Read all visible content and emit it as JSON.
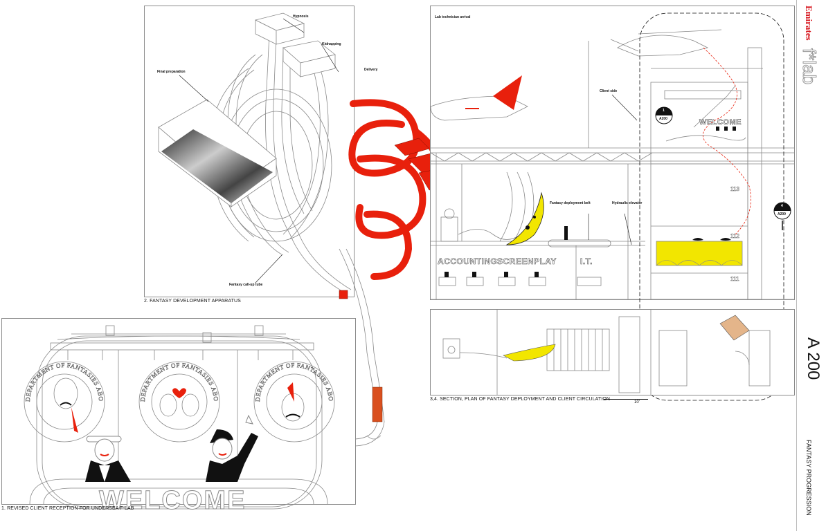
{
  "sheet": {
    "brand": "Emirates",
    "project": "f*lab",
    "number": "A 200",
    "title": "FANTASY PROGRESSION"
  },
  "apparatus": {
    "caption": "2. FANTASY DEVELOPMENT APPARATUS",
    "labels": {
      "hypnosis": "Hypnosis",
      "kidnapping": "Kidnapping",
      "final_preparation": "Final preparation",
      "delivery": "Delivery",
      "call_up_tube": "Fantasy call-up tube"
    }
  },
  "reception": {
    "caption": "1. REVISED CLIENT RECEPTION FOR UNDERSEA F-LAB",
    "welcome": "WELCOME",
    "departments": [
      {
        "line1": "DEPARTMENT OF FANTASIES ABOUT NORMALLY CRIMINAL BEHAVIOR"
      },
      {
        "line1": "DEPARTMENT OF FANTASIES ABOUT HUMAN RELATIONS & EMOTION"
      },
      {
        "line1": "DEPARTMENT OF FANTASIES ABOUT LEGAL BUT EMBARASSING ACTIVITIES"
      }
    ]
  },
  "section": {
    "caption": "3,4. SECTION, PLAN OF FANTASY DEPLOYMENT AND CLIENT CIRCULATION",
    "scale": "10'",
    "labels": {
      "lab_technician_arrival": "Lab technician arrival",
      "client_side": "Client side",
      "fantasy_deployment_belt": "Fantasy deployment belt",
      "hydraulic_elevator": "Hydraulic elevator"
    },
    "departments": [
      "ACCOUNTING",
      "SCREENPLAY",
      "I.T."
    ],
    "rooms": [
      "113",
      "112",
      "111"
    ],
    "welcome": "WELCOME",
    "markers": [
      {
        "num": "1",
        "ref": "A200"
      },
      {
        "num": "4",
        "ref": "A200"
      }
    ]
  },
  "colors": {
    "red": "#e8200c",
    "yellow": "#f2e600",
    "line": "#8a8a8a"
  }
}
